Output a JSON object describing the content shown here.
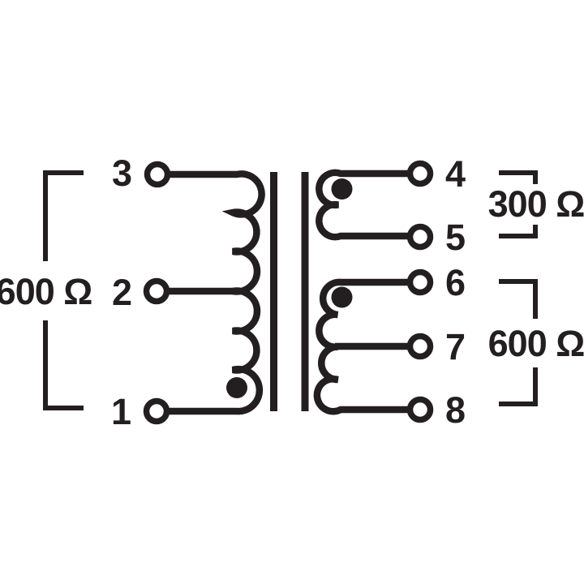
{
  "diagram": {
    "ink": "#231f20",
    "background": "#ffffff",
    "primary": {
      "impedance": "600 Ω",
      "terminal_top": "3",
      "terminal_center": "2",
      "terminal_bottom": "1"
    },
    "secondary_upper": {
      "impedance": "300 Ω",
      "terminal_top": "4",
      "terminal_bottom": "5"
    },
    "secondary_lower": {
      "impedance": "600 Ω",
      "terminal_top": "6",
      "terminal_center": "7",
      "terminal_bottom": "8"
    }
  }
}
